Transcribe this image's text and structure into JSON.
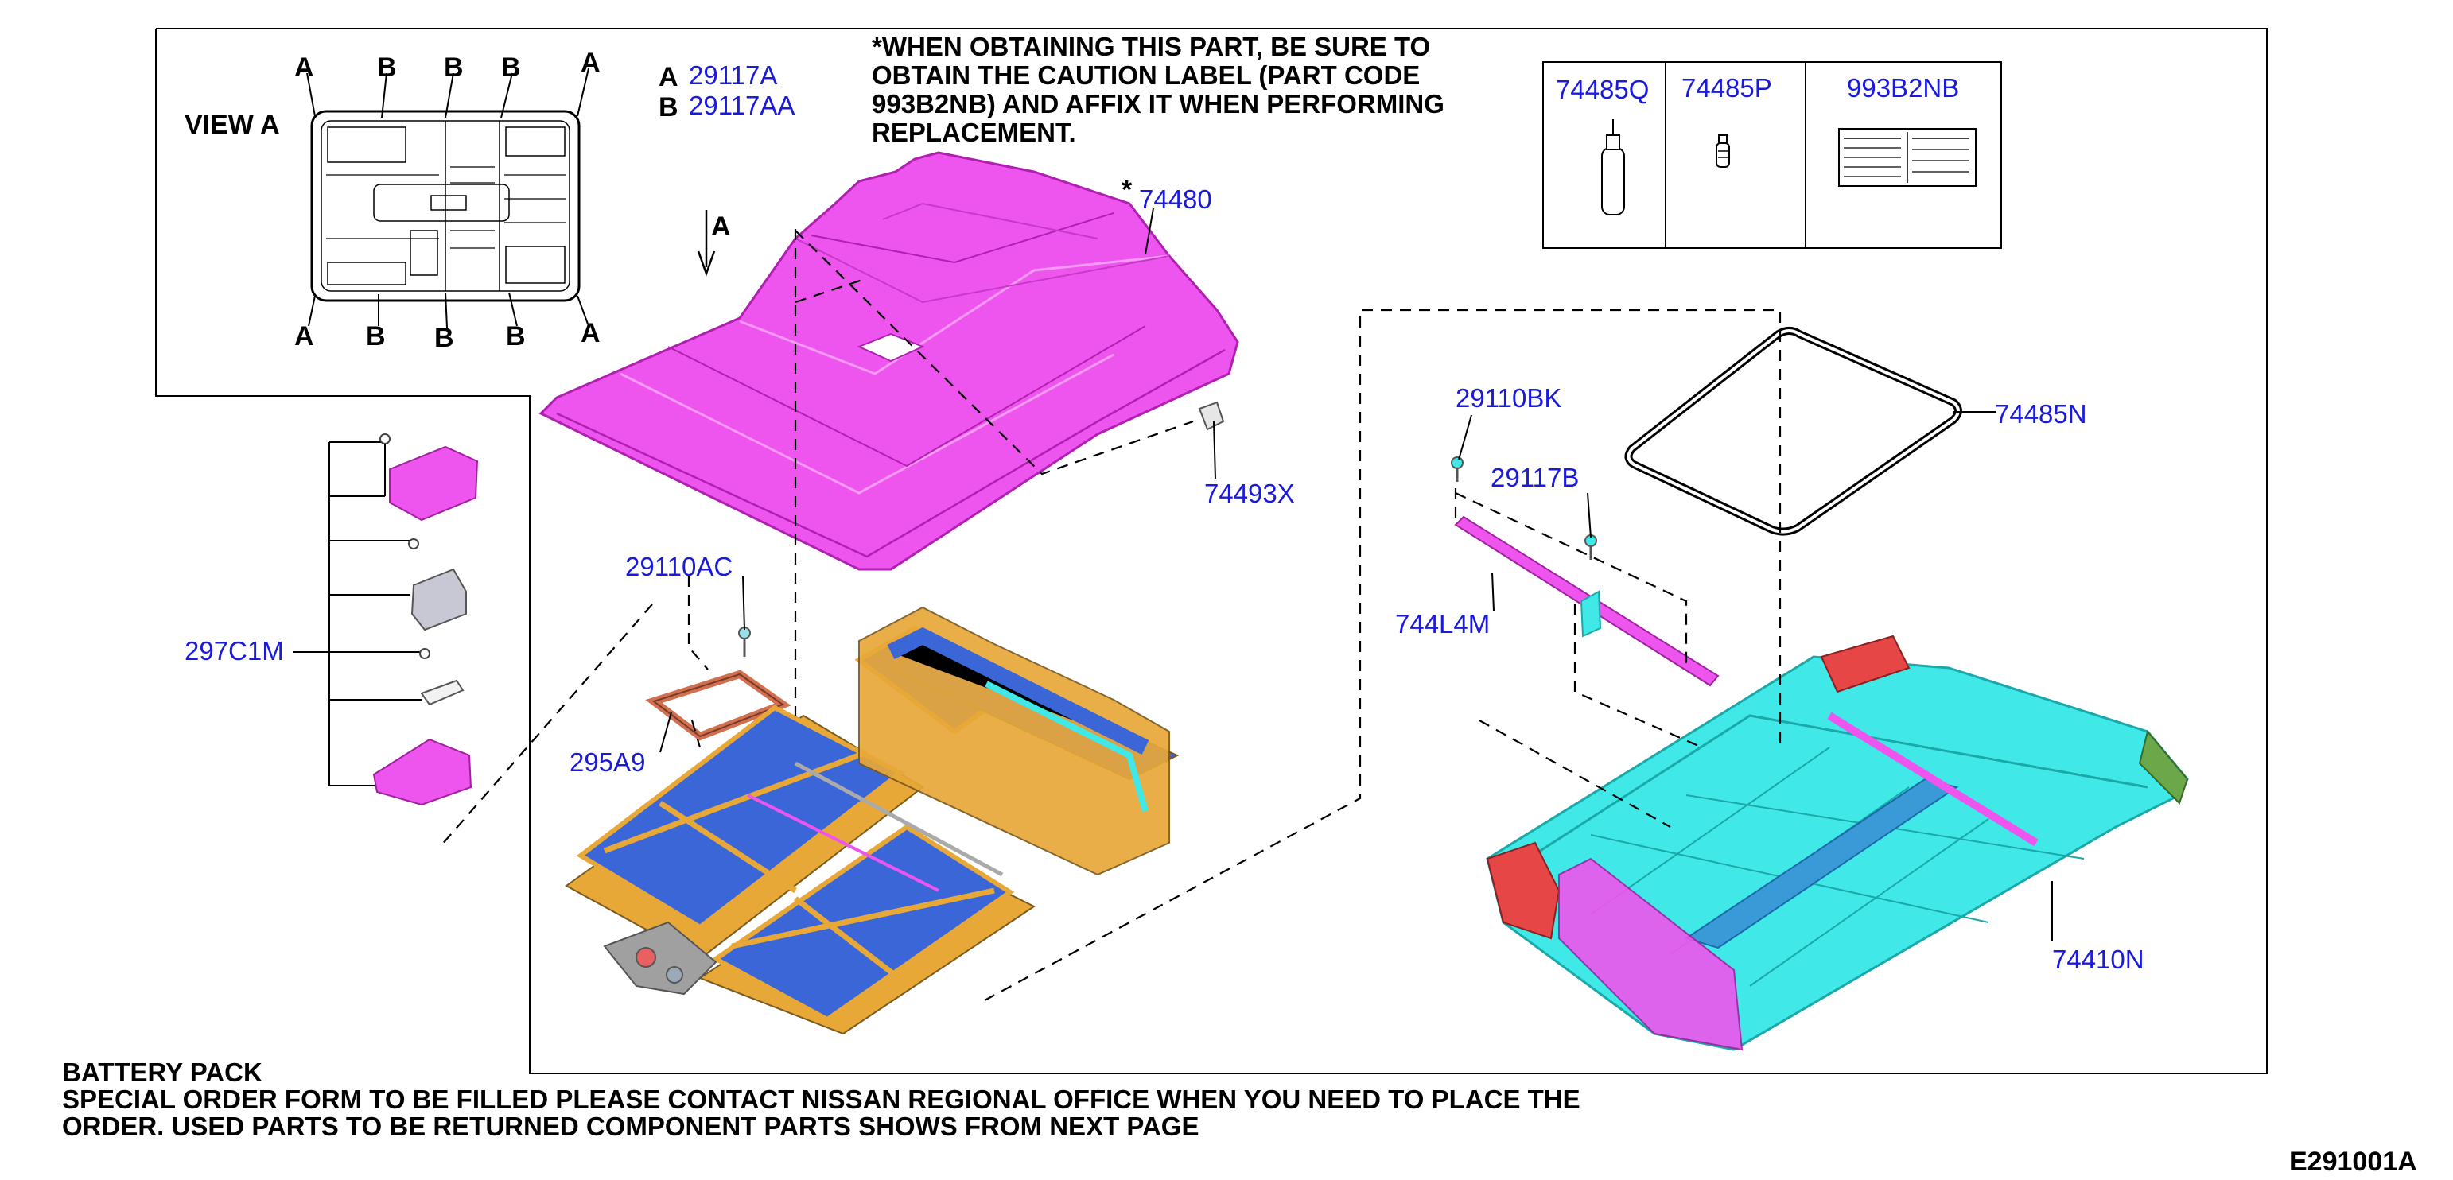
{
  "view_a": {
    "title": "VIEW A",
    "top_letters": [
      "A",
      "B",
      "B",
      "B",
      "A"
    ],
    "bottom_letters": [
      "A",
      "B",
      "B",
      "B",
      "A"
    ]
  },
  "legend": [
    {
      "letter": "A",
      "part": "29117A"
    },
    {
      "letter": "B",
      "part": "29117AA"
    }
  ],
  "caution_note": [
    "*WHEN OBTAINING THIS PART, BE SURE TO",
    "OBTAIN THE CAUTION LABEL (PART CODE",
    "993B2NB) AND AFFIX IT WHEN PERFORMING",
    "REPLACEMENT."
  ],
  "parts_table": {
    "headers": [
      "74485Q",
      "74485P",
      "993B2NB"
    ]
  },
  "callouts": {
    "cover_asterisk": "*",
    "cover": "74480",
    "view_arrow": "A",
    "bracket": "74493X",
    "bolt_ac": "29110AC",
    "gasket": "295A9",
    "harness": "297C1M",
    "bolt_bk": "29110BK",
    "bolt_b": "29117B",
    "bar": "744L4M",
    "seal": "74485N",
    "tray": "74410N"
  },
  "footer": {
    "title": "BATTERY PACK",
    "line1": "SPECIAL ORDER FORM TO BE FILLED PLEASE CONTACT NISSAN REGIONAL OFFICE WHEN YOU NEED TO PLACE THE",
    "line2": "ORDER. USED PARTS TO BE RETURNED COMPONENT PARTS SHOWS FROM NEXT PAGE"
  },
  "figure_code": "E291001A",
  "colors": {
    "cover": "#ee55ee",
    "tray": "#40e8e8",
    "module_top": "#3a66d8",
    "module_side": "#e8a838",
    "part_number": "#1a1adc"
  }
}
